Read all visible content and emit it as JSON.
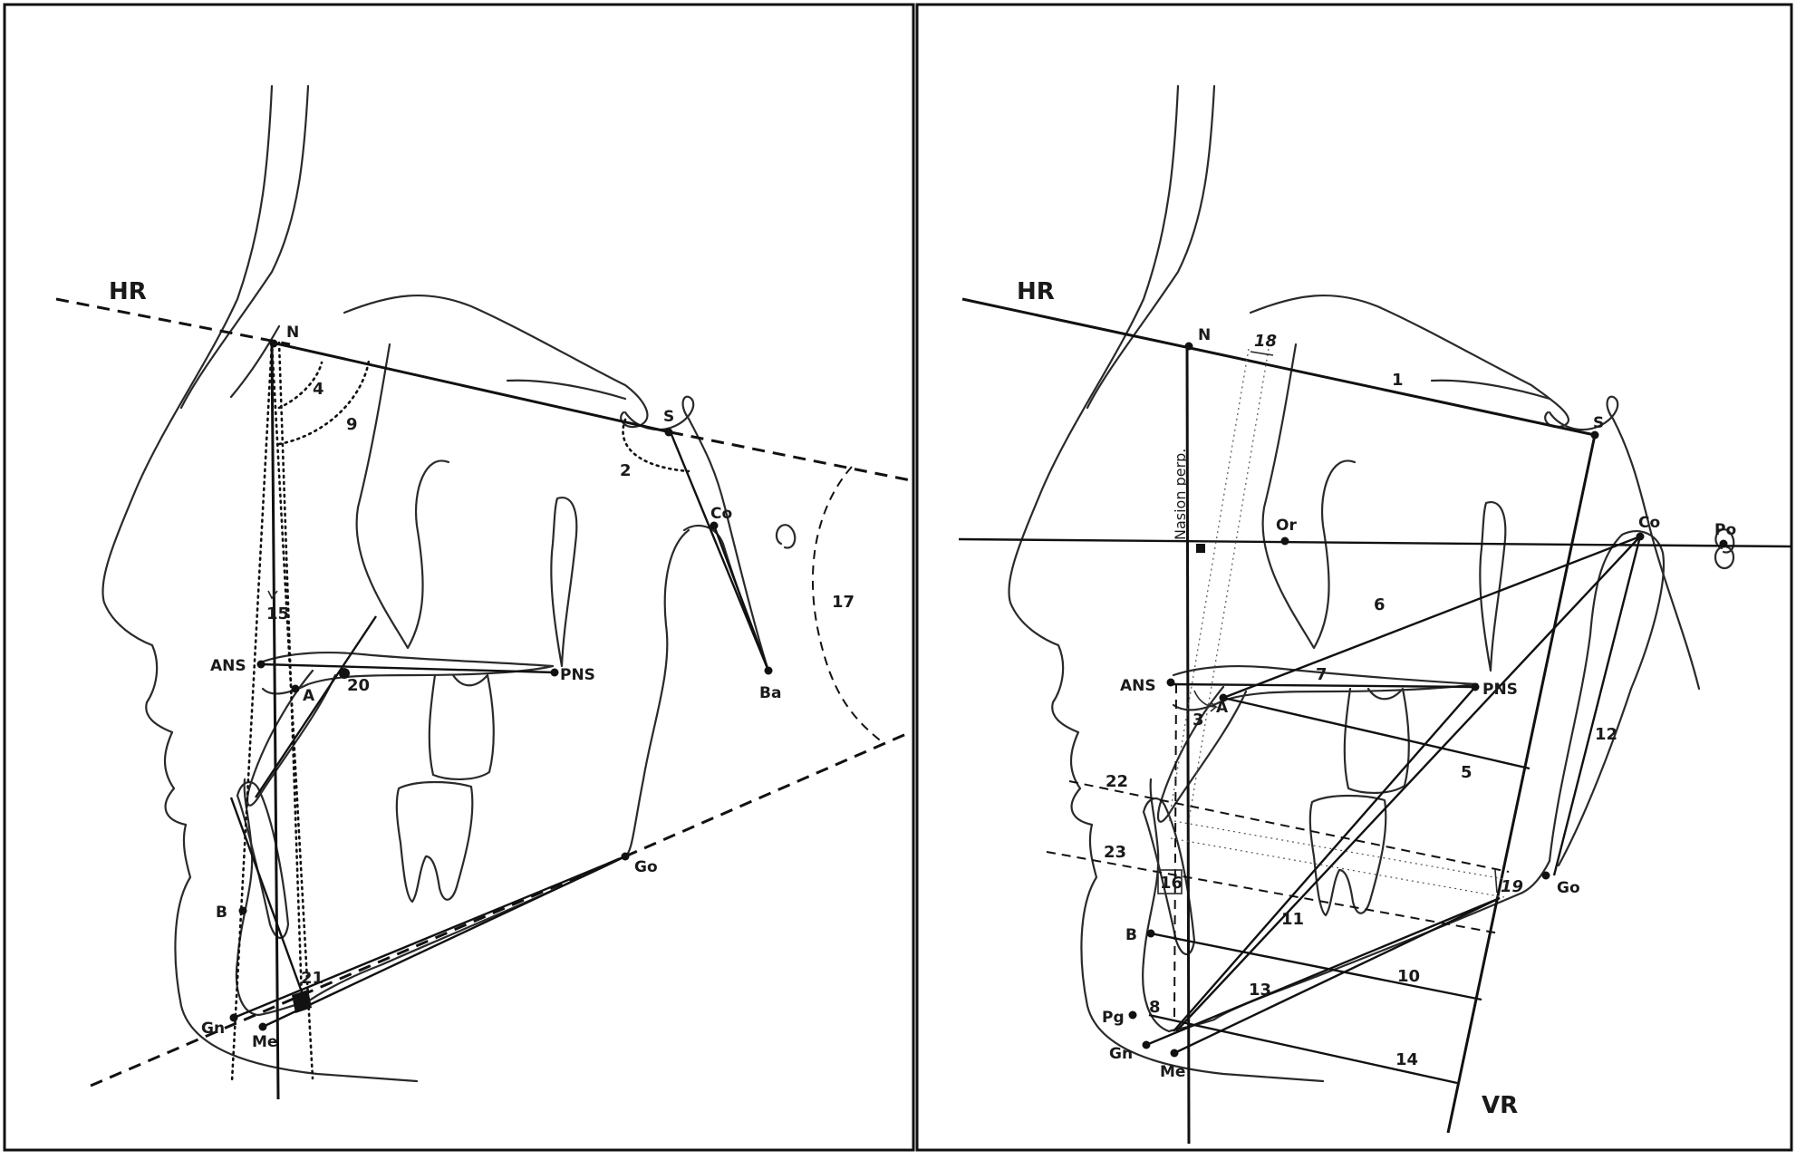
{
  "left_panel": {
    "reference_line_label": "HR",
    "landmarks": {
      "N": "N",
      "S": "S",
      "Co": "Co",
      "Ba": "Ba",
      "ANS": "ANS",
      "PNS": "PNS",
      "A": "A",
      "B": "B",
      "Go": "Go",
      "Gn": "Gn",
      "Me": "Me"
    },
    "measurement_numbers": {
      "n2": "2",
      "n4": "4",
      "n9": "9",
      "n15": "15",
      "n17": "17",
      "n20": "20",
      "n21": "21"
    }
  },
  "right_panel": {
    "horizontal_reference_label": "HR",
    "vertical_reference_label": "VR",
    "nasion_perpendicular_label": "Nasion perp.",
    "landmarks": {
      "N": "N",
      "S": "S",
      "Or": "Or",
      "Co": "Co",
      "Po": "Po",
      "ANS": "ANS",
      "PNS": "PNS",
      "A": "A",
      "B": "B",
      "Pg": "Pg",
      "Gn": "Gn",
      "Me": "Me",
      "Go": "Go"
    },
    "measurement_numbers": {
      "n1": "1",
      "n3": "3",
      "n5": "5",
      "n6": "6",
      "n7": "7",
      "n8": "8",
      "n10": "10",
      "n11": "11",
      "n12": "12",
      "n13": "13",
      "n14": "14",
      "n16": "16",
      "n18": "18",
      "n19": "19",
      "n22": "22",
      "n23": "23"
    }
  }
}
